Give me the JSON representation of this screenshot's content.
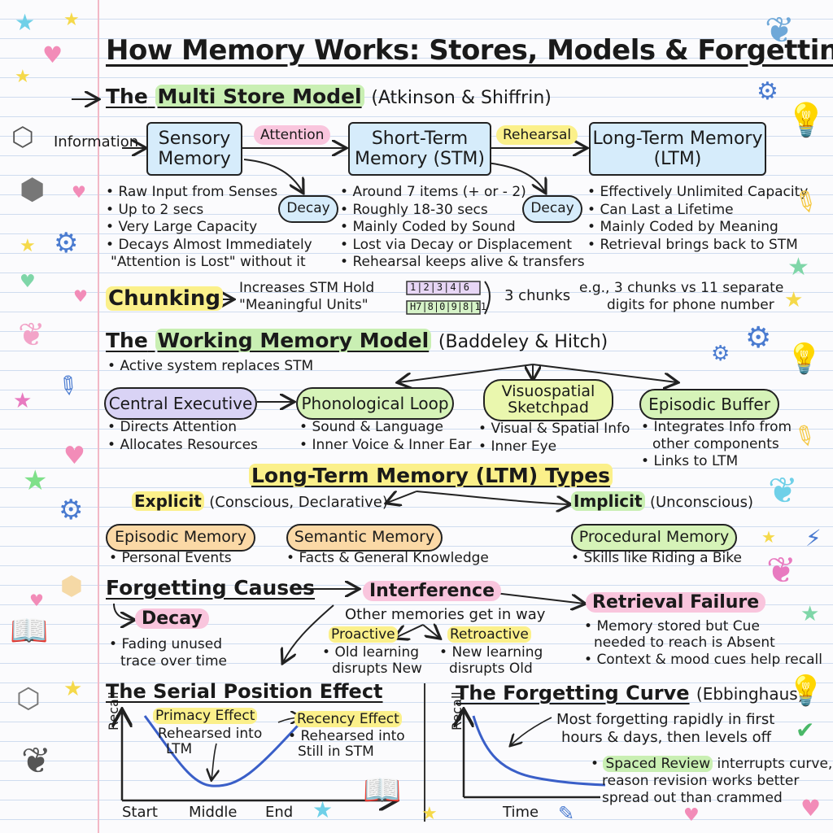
{
  "title": "How Memory Works: Stores, Models & Forgetting",
  "multi_store": {
    "heading_prefix": "The",
    "heading_hl": "Multi Store Model",
    "heading_suffix": "(Atkinson & Shiffrin)",
    "information_label": "Information",
    "sensory_box": "Sensory Memory",
    "attention_tag": "Attention",
    "stm_box": "Short-Term Memory (STM)",
    "rehearsal_tag": "Rehearsal",
    "ltm_box": "Long-Term Memory (LTM)",
    "decay_tag_1": "Decay",
    "decay_tag_2": "Decay",
    "sensory_points": [
      "Raw Input from Senses",
      "Up to 2 secs",
      "Very Large Capacity",
      "Decays Almost Immediately"
    ],
    "sensory_quote": "\"Attention is Lost\" without it",
    "stm_points": [
      "Around 7 items (+ or - 2)",
      "Roughly 18-30 secs",
      "Mainly Coded by Sound",
      "Lost via Decay or Displacement",
      "Rehearsal keeps alive & transfers"
    ],
    "ltm_points": [
      "Effectively Unlimited Capacity",
      "Can Last a Lifetime",
      "Mainly Coded by Meaning",
      "Retrieval brings back to STM"
    ]
  },
  "chunking": {
    "label": "Chunking",
    "desc_line1": "Increases STM Hold",
    "desc_line2": "\"Meaningful Units\"",
    "digits_top": "1|2|3|4|6",
    "digits_bottom": "H7|8|0|9|8|11",
    "chunks": "3 chunks",
    "example_line1": "e.g., 3 chunks vs 11 separate",
    "example_line2": "digits for phone number"
  },
  "working_memory": {
    "heading_prefix": "The",
    "heading_hl": "Working Memory Model",
    "heading_suffix": "(Baddeley & Hitch)",
    "intro": "Active system replaces STM",
    "central_executive": "Central Executive",
    "phonological_loop": "Phonological Loop",
    "visuospatial_line1": "Visuospatial",
    "visuospatial_line2": "Sketchpad",
    "episodic_buffer": "Episodic Buffer",
    "ce_points": [
      "Directs Attention",
      "Allocates Resources"
    ],
    "pl_points": [
      "Sound & Language",
      "Inner Voice & Inner Ear"
    ],
    "vs_points": [
      "Visual & Spatial Info",
      "Inner Eye"
    ],
    "eb_point1": "Integrates Info from",
    "eb_point1_cont": "other components",
    "eb_point2": "Links to LTM"
  },
  "ltm_types": {
    "heading": "Long-Term Memory (LTM) Types",
    "explicit_label": "Explicit",
    "explicit_desc": "(Conscious, Declarative)",
    "implicit_label": "Implicit",
    "implicit_desc": "(Unconscious)",
    "episodic": "Episodic Memory",
    "episodic_point": "Personal Events",
    "semantic": "Semantic Memory",
    "semantic_point": "Facts & General Knowledge",
    "procedural": "Procedural Memory",
    "procedural_point": "Skills like Riding a Bike"
  },
  "forgetting": {
    "heading": "Forgetting Causes",
    "decay": "Decay",
    "decay_point_line1": "Fading unused",
    "decay_point_line2": "trace over time",
    "interference": "Interference",
    "interference_desc": "Other memories get in way",
    "proactive": "Proactive",
    "proactive_line1": "Old learning",
    "proactive_line2": "disrupts New",
    "retroactive": "Retroactive",
    "retroactive_line1": "New learning",
    "retroactive_line2": "disrupts Old",
    "retrieval_failure": "Retrieval Failure",
    "rf_point1_line1": "Memory stored but Cue",
    "rf_point1_line2": "needed to reach is Absent",
    "rf_point2": "Context & mood cues help recall"
  },
  "serial_position": {
    "heading": "The Serial Position Effect",
    "ylabel": "Recall",
    "x_ticks": [
      "Start",
      "Middle",
      "End"
    ],
    "primacy_label": "Primacy Effect",
    "primacy_line1": "Rehearsed into",
    "primacy_line2": "LTM",
    "recency_label": "Recency Effect",
    "recency_line1": "Rehearsed into",
    "recency_line2": "Still in STM"
  },
  "forgetting_curve": {
    "heading": "The Forgetting Curve",
    "heading_suffix": "(Ebbinghaus)",
    "ylabel": "Recall",
    "xlabel": "Time",
    "note_line1": "Most forgetting rapidly in first",
    "note_line2": "hours & days, then levels off",
    "spaced_label": "Spaced Review",
    "spaced_rest": "interrupts curve,",
    "spaced_line2": "reason revision works better",
    "spaced_line3": "spread out than crammed"
  },
  "colors": {
    "box_blue": "#d6ecfb",
    "pill_lavender": "#d9d3f5",
    "pill_green": "#d6f3b8",
    "pill_yellowgreen": "#eaf7ae",
    "pill_orange": "#fbd9a6",
    "highlight_yellow": "#fbf08a",
    "highlight_pink": "#f9c5dd",
    "curve_blue": "#3a5fc8"
  },
  "doodle_icons": [
    "star-icon",
    "heart-icon",
    "cube-icon",
    "gear-icon",
    "brain-icon",
    "lightbulb-icon",
    "pencil-icon",
    "book-icon",
    "lightning-icon",
    "checkmark-icon"
  ]
}
